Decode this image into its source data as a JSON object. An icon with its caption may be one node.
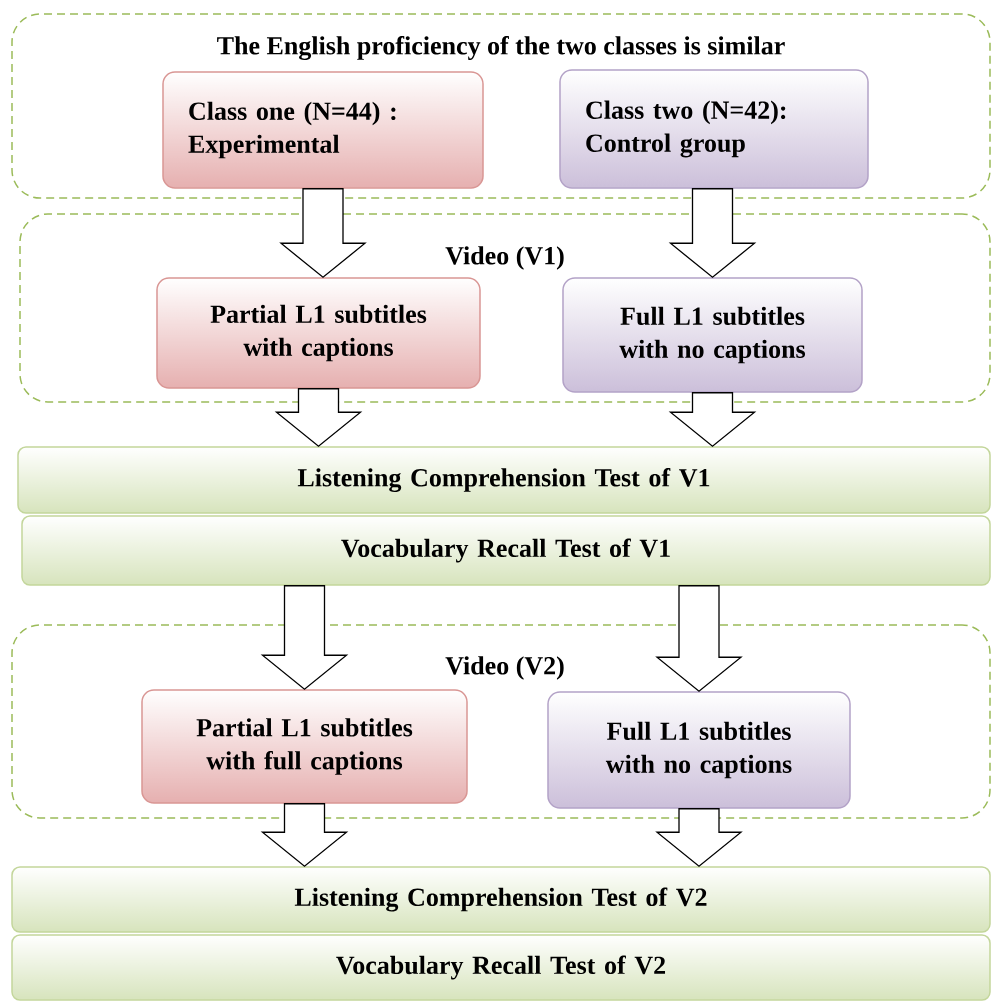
{
  "diagram": {
    "nodes": [
      {
        "text": [
          "The English proficiency of the two classes is similar"
        ]
      },
      {
        "text": [
          "Class one (N=44) : Experimental"
        ],
        "in": 0
      },
      {
        "text": [
          "Class two (N=42): Control group"
        ],
        "in": 0
      },
      {
        "text": [
          "Video (V1)"
        ]
      },
      {
        "text": [
          "Partial L1 subtitles with captions"
        ],
        "in": 3
      },
      {
        "text": [
          "Full L1 subtitles with no captions"
        ],
        "in": 3
      },
      {
        "text": [
          "Listening Comprehension Test of V1"
        ]
      },
      {
        "text": [
          "Vocabulary Recall Test of V1"
        ]
      },
      {
        "text": [
          "Video (V2)"
        ]
      },
      {
        "text": [
          "Partial L1 subtitles with full captions"
        ],
        "in": 8
      },
      {
        "text": [
          "Full L1 subtitles with no captions"
        ],
        "in": 8
      },
      {
        "text": [
          "Listening Comprehension Test of V2"
        ]
      },
      {
        "text": [
          "Vocabulary Recall Test of V2"
        ]
      }
    ],
    "edges": [
      {
        "from": 1,
        "to": 4,
        "arrow": "to"
      },
      {
        "from": 2,
        "to": 5,
        "arrow": "to"
      },
      {
        "from": 4,
        "to": 6,
        "arrow": "to"
      },
      {
        "from": 5,
        "to": 6,
        "arrow": "to"
      },
      {
        "from": 7,
        "to": 9,
        "arrow": "to"
      },
      {
        "from": 7,
        "to": 10,
        "arrow": "to"
      },
      {
        "from": 9,
        "to": 11,
        "arrow": "to"
      },
      {
        "from": 10,
        "to": 11,
        "arrow": "to"
      }
    ]
  }
}
